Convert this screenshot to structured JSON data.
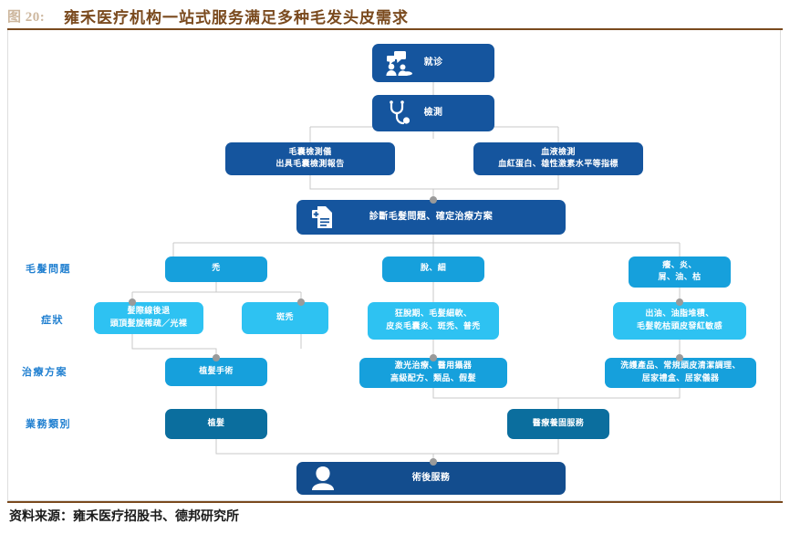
{
  "header": {
    "figure_number": "图 20:",
    "title": "雍禾医疗机构一站式服务满足多种毛发头皮需求"
  },
  "footer": {
    "source": "资料来源：雍禾医疗招股书、德邦研究所"
  },
  "colors": {
    "navy": "#15559e",
    "navy_dark": "#134d8e",
    "cyan": "#16a0dc",
    "cyan_light": "#2ec2f2",
    "teal": "#0b6e9e",
    "rule": "#7a4a1e",
    "title_text": "#7a4a1e",
    "figure_number_text": "#cdb79e",
    "row_label_text": "#1f7fd0",
    "connector": "#c9c9c9",
    "connector_dot": "#9a9a9a"
  },
  "row_labels": [
    {
      "id": "hair-problem",
      "text": "毛髮問題"
    },
    {
      "id": "symptom",
      "text": "症狀"
    },
    {
      "id": "treatment",
      "text": "治療方案"
    },
    {
      "id": "business-type",
      "text": "業務類別"
    }
  ],
  "flow": {
    "visit": {
      "label": "就诊",
      "icon": "consultation-icon"
    },
    "exam": {
      "label": "檢測",
      "icon": "stethoscope-icon"
    },
    "exam_follicle": {
      "label": "毛囊檢測儀\n出具毛囊檢測報告"
    },
    "exam_blood": {
      "label": "血液檢測\n血紅蛋白、雄性激素水平等指標"
    },
    "diagnose": {
      "label": "診斷毛髮問題、確定治療方案",
      "icon": "medical-report-icon"
    },
    "problems": [
      {
        "id": "bald",
        "label": "禿"
      },
      {
        "id": "shed-thin",
        "label": "脫、細"
      },
      {
        "id": "itch-inflam",
        "label": "癢、炎、\n屑、油、枯"
      }
    ],
    "symptoms": [
      {
        "id": "hairline-receding",
        "label": "髮際線後退\n頭頂髮旋稀疏／光裸"
      },
      {
        "id": "alopecia-areata",
        "label": "斑禿"
      },
      {
        "id": "shedding-phase",
        "label": "狂脫期、毛髮細軟、\n皮炎毛囊炎、斑禿、普禿"
      },
      {
        "id": "oily-scalp",
        "label": "出油、油脂堆積、\n毛髮乾枯頭皮發紅敏感"
      }
    ],
    "treatments": [
      {
        "id": "transplant-surgery",
        "label": "植髮手術"
      },
      {
        "id": "laser-device",
        "label": "激光治療、醫用攝器\n高級配方、類品、假髮"
      },
      {
        "id": "care-products",
        "label": "洗護產品、常規頭皮清潔調理、\n居家禮盒、居家儀器"
      }
    ],
    "business": [
      {
        "id": "transplant",
        "label": "植髮"
      },
      {
        "id": "medical-keep",
        "label": "醫療養固服務"
      }
    ],
    "aftercare": {
      "label": "術後服務",
      "icon": "patient-icon"
    }
  }
}
